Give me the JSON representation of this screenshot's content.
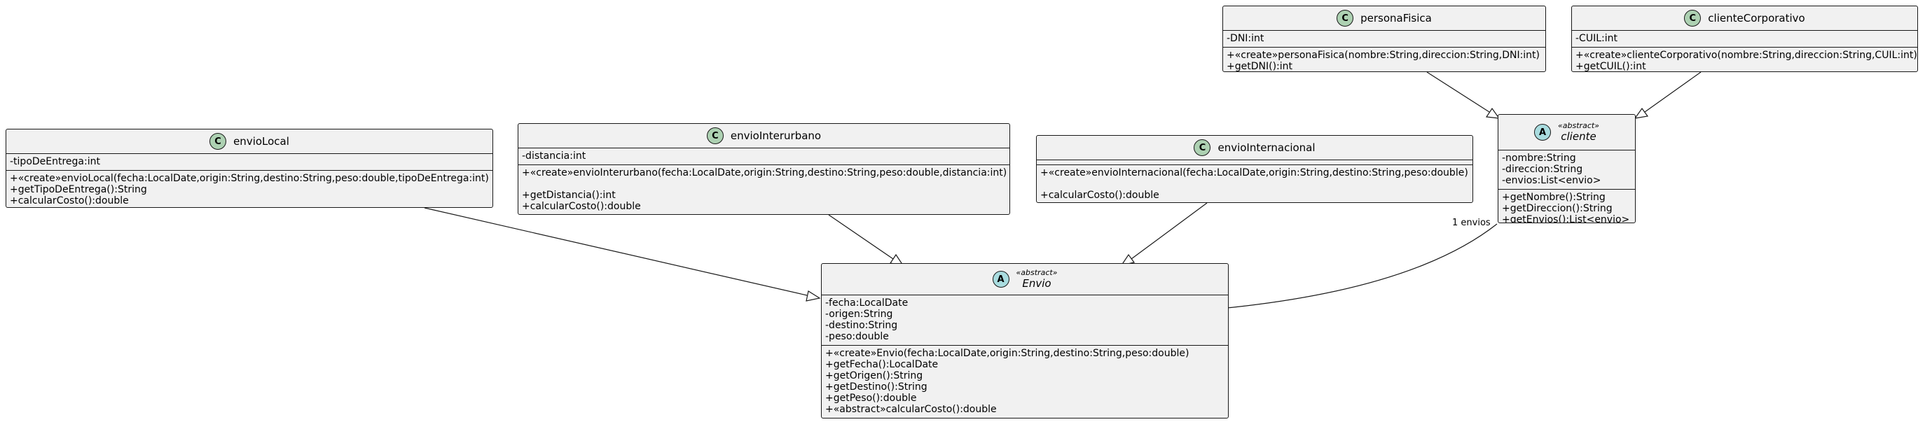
{
  "classes": {
    "personaFisica": {
      "badge": "C",
      "name": "personaFisica",
      "fields": [
        "-DNI:int"
      ],
      "methods": [
        "+«create»personaFisica(nombre:String,direccion:String,DNI:int)",
        "+getDNI():int"
      ]
    },
    "clienteCorporativo": {
      "badge": "C",
      "name": "clienteCorporativo",
      "fields": [
        "-CUIL:int"
      ],
      "methods": [
        "+«create»clienteCorporativo(nombre:String,direccion:String,CUIL:int)",
        "+getCUIL():int"
      ]
    },
    "cliente": {
      "badge": "A",
      "stereotype": "«abstract»",
      "name": "cliente",
      "fields": [
        "-nombre:String",
        "-direccion:String",
        "-envios:List<envio>"
      ],
      "methods": [
        "+getNombre():String",
        "+getDireccion():String",
        "+getEnvios():List<envio>"
      ]
    },
    "envioLocal": {
      "badge": "C",
      "name": "envioLocal",
      "fields": [
        "-tipoDeEntrega:int"
      ],
      "methods": [
        "+«create»envioLocal(fecha:LocalDate,origin:String,destino:String,peso:double,tipoDeEntrega:int)",
        "+getTipoDeEntrega():String",
        "+calcularCosto():double"
      ]
    },
    "envioInterurbano": {
      "badge": "C",
      "name": "envioInterurbano",
      "fields": [
        "-distancia:int"
      ],
      "methods": [
        "+«create»envioInterurbano(fecha:LocalDate,origin:String,destino:String,peso:double,distancia:int)",
        "",
        "+getDistancia():int",
        "+calcularCosto():double"
      ]
    },
    "envioInternacional": {
      "badge": "C",
      "name": "envioInternacional",
      "fields": [],
      "methods": [
        "+«create»envioInternacional(fecha:LocalDate,origin:String,destino:String,peso:double)",
        "",
        "+calcularCosto():double"
      ]
    },
    "Envio": {
      "badge": "A",
      "stereotype": "«abstract»",
      "name": "Envio",
      "fields": [
        "-fecha:LocalDate",
        "-origen:String",
        "-destino:String",
        "-peso:double"
      ],
      "methods": [
        "+«create»Envio(fecha:LocalDate,origin:String,destino:String,peso:double)",
        "+getFecha():LocalDate",
        "+getOrigen():String",
        "+getDestino():String",
        "+getPeso():double",
        "+«abstract»calcularCosto():double"
      ]
    }
  },
  "association": {
    "label": "1 envios"
  },
  "colors": {
    "class_fill": "#f1f1f1",
    "border": "#181818",
    "badge_class": "#add1b2",
    "badge_abstract": "#a9dcdf"
  }
}
